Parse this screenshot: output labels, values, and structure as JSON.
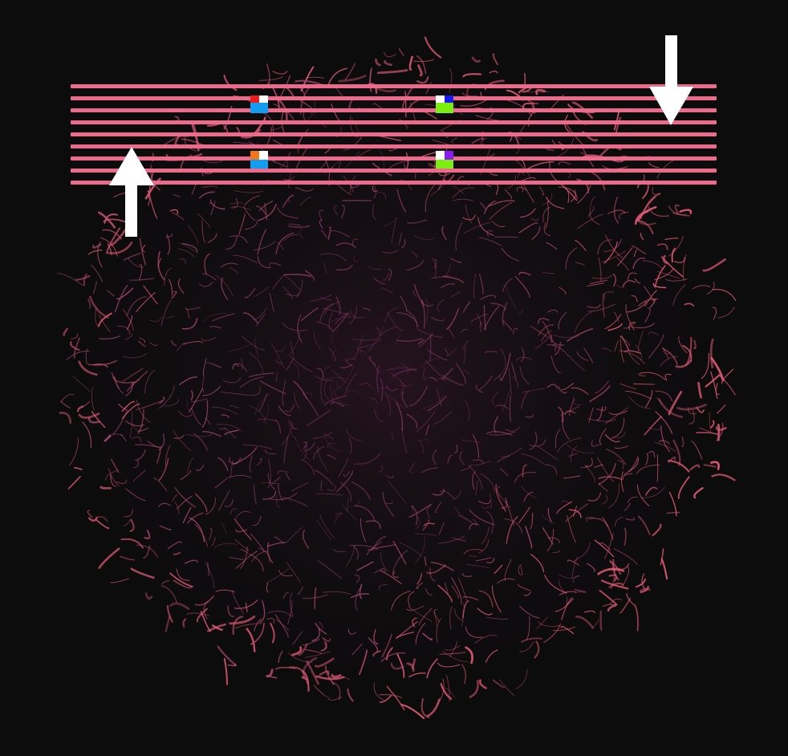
{
  "scene": {
    "background_color": "#0d0c0d",
    "fur_colors": [
      "#7a2f63",
      "#8e3a6d",
      "#a54870",
      "#c2506b",
      "#e05a76"
    ]
  },
  "staff": {
    "line_color": "#ec6b8c",
    "line_count": 9
  },
  "notes": [
    {
      "name": "note-upper-left",
      "colors": {
        "top_left": "#ee1c1c",
        "top_right": "#ffffff",
        "bottom": "#139cf0"
      }
    },
    {
      "name": "note-upper-center",
      "colors": {
        "top_left": "#ffffff",
        "top_right": "#1a1aee",
        "bottom": "#7cee10"
      }
    },
    {
      "name": "note-lower-left",
      "colors": {
        "top_left": "#f0751c",
        "top_right": "#ffffff",
        "bottom": "#139cf0"
      }
    },
    {
      "name": "note-lower-center",
      "colors": {
        "top_left": "#ffffff",
        "top_right": "#8a1cee",
        "bottom": "#7cee10"
      }
    }
  ],
  "arrows": [
    {
      "name": "down-arrow-icon",
      "direction": "down",
      "color": "#ffffff"
    },
    {
      "name": "up-arrow-icon",
      "direction": "up",
      "color": "#ffffff"
    }
  ]
}
